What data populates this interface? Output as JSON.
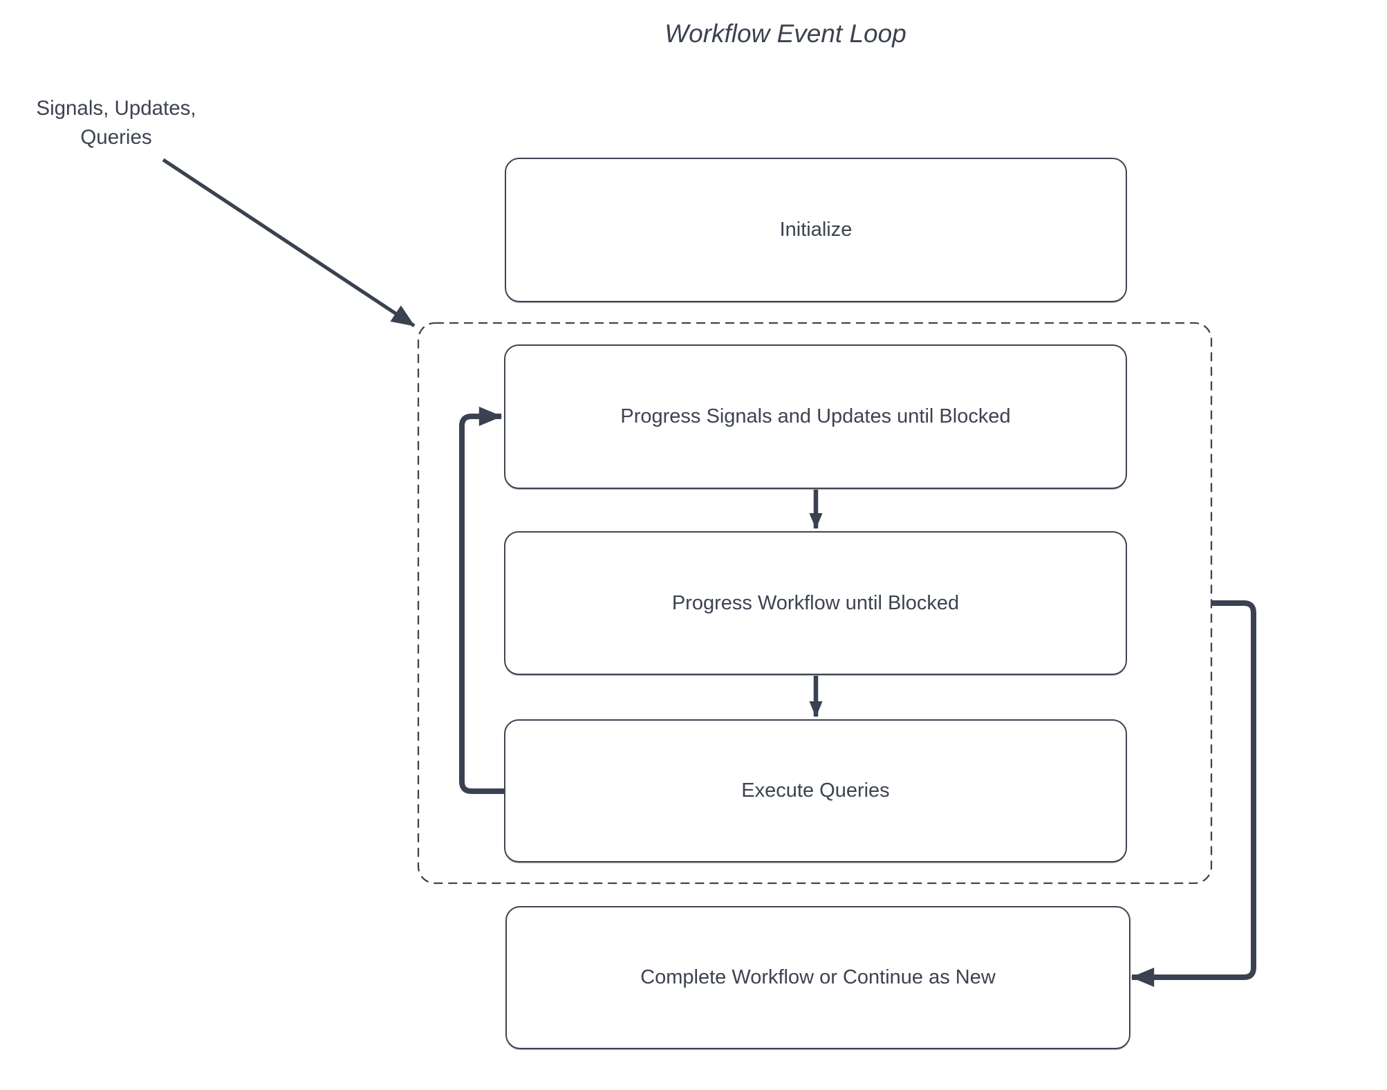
{
  "title": "Workflow Event Loop",
  "annotation": {
    "label": "Signals, Updates,\nQueries"
  },
  "boxes": {
    "initialize": {
      "label": "Initialize"
    },
    "progress_signals": {
      "label": "Progress Signals and Updates until Blocked"
    },
    "progress_workflow": {
      "label": "Progress Workflow until Blocked"
    },
    "execute_queries": {
      "label": "Execute Queries"
    },
    "complete": {
      "label": "Complete Workflow or Continue as New"
    }
  },
  "connections": [
    {
      "from": "signals-updates-queries-label",
      "to": "event-loop-container",
      "type": "straight-arrow"
    },
    {
      "from": "progress_signals",
      "to": "progress_workflow",
      "type": "down-arrow"
    },
    {
      "from": "progress_workflow",
      "to": "execute_queries",
      "type": "down-arrow"
    },
    {
      "from": "execute_queries",
      "to": "progress_signals",
      "type": "loop-back-elbow-arrow"
    },
    {
      "from": "event-loop-container",
      "to": "complete",
      "type": "elbow-arrow"
    }
  ],
  "colors": {
    "ink": "#3c4250",
    "line": "#3e4451",
    "arrow": "#3a4150",
    "background": "#ffffff"
  }
}
